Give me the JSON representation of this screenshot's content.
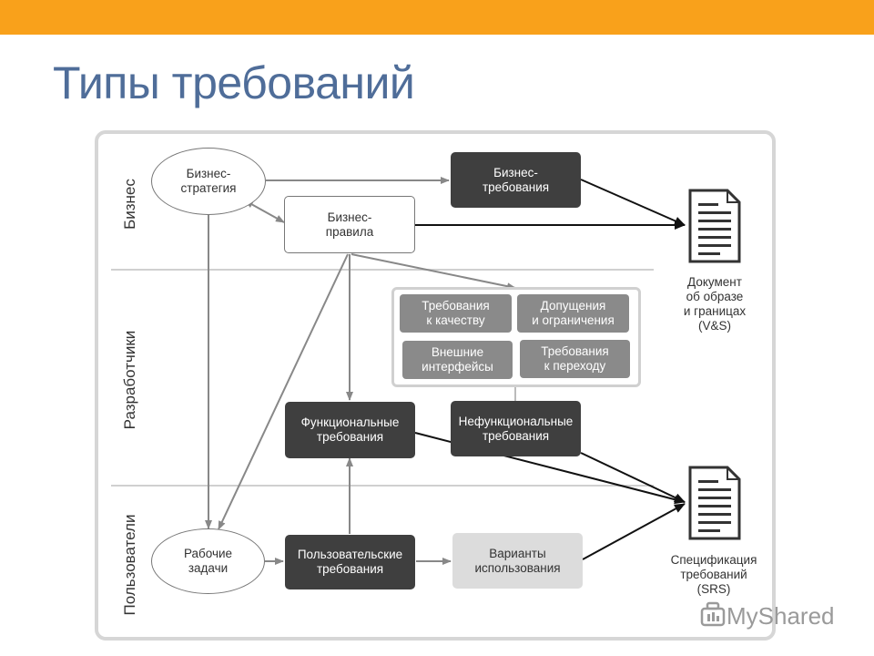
{
  "slide": {
    "title": "Типы требований"
  },
  "lanes": {
    "business": "Бизнес",
    "developers": "Разработчики",
    "users": "Пользователи"
  },
  "nodes": {
    "business_strategy": "Бизнес-\nстратегия",
    "business_requirements": "Бизнес-\nтребования",
    "business_rules": "Бизнес-\nправила",
    "quality_requirements": "Требования\nк качеству",
    "assumptions_constraints": "Допущения\nи ограничения",
    "external_interfaces": "Внешние\nинтерфейсы",
    "transition_requirements": "Требования\nк переходу",
    "functional_requirements": "Функциональные\nтребования",
    "nonfunctional_requirements": "Нефункциональные\nтребования",
    "work_tasks": "Рабочие\nзадачи",
    "user_requirements": "Пользовательские\nтребования",
    "use_cases": "Варианты\nиспользования"
  },
  "documents": {
    "vision_scope": "Документ\nоб образе\nи границах\n(V&S)",
    "srs": "Спецификация\nтребований\n(SRS)"
  },
  "watermark": "MyShared",
  "colors": {
    "accent_bar": "#f9a11b",
    "title": "#4f6d99",
    "dark_node": "#3f3f3f",
    "grey_node": "#8a8a8a",
    "light_node": "#dcdcdc"
  }
}
